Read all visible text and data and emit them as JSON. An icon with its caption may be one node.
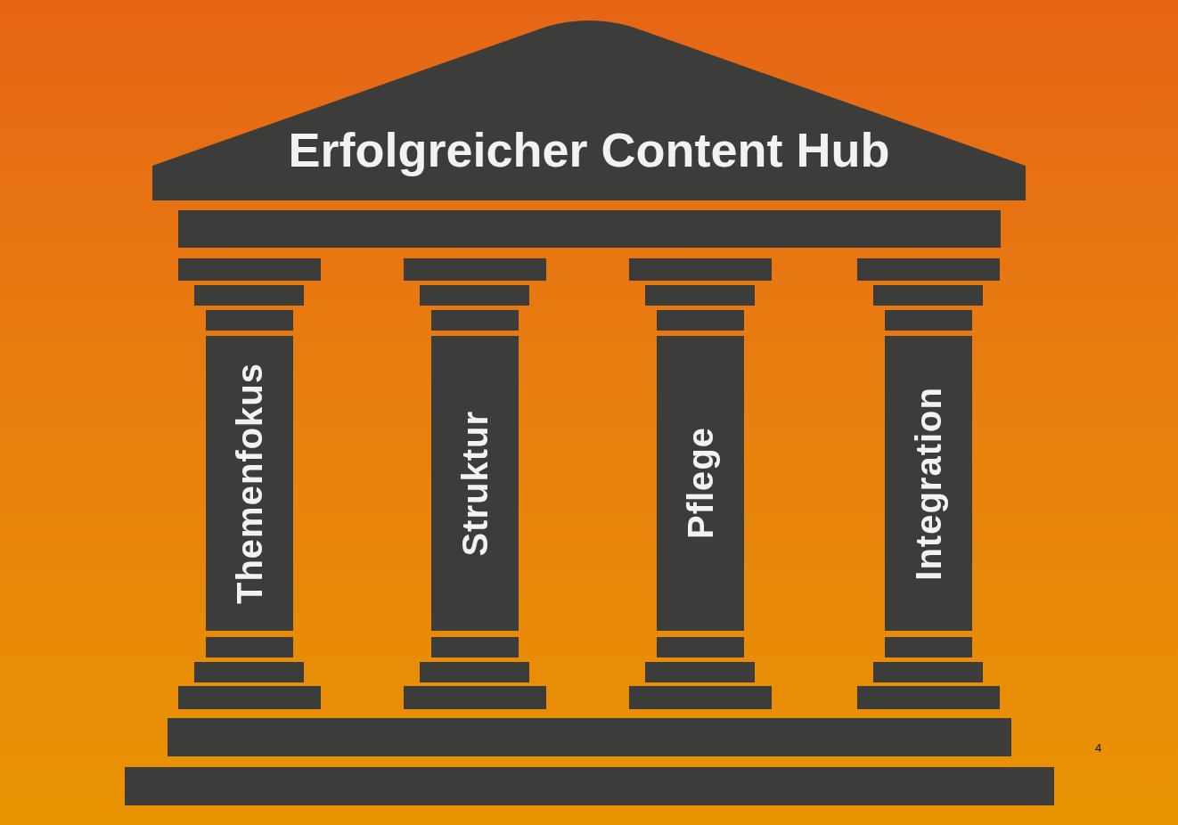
{
  "diagram": {
    "nodes": [
      {
        "text": [
          "Erfolgreicher Content Hub"
        ]
      },
      {
        "text": [
          "Themenfokus"
        ]
      },
      {
        "text": [
          "Struktur"
        ]
      },
      {
        "text": [
          "Pflege"
        ]
      },
      {
        "text": [
          "Integration"
        ]
      }
    ],
    "labels": [
      "4"
    ]
  }
}
